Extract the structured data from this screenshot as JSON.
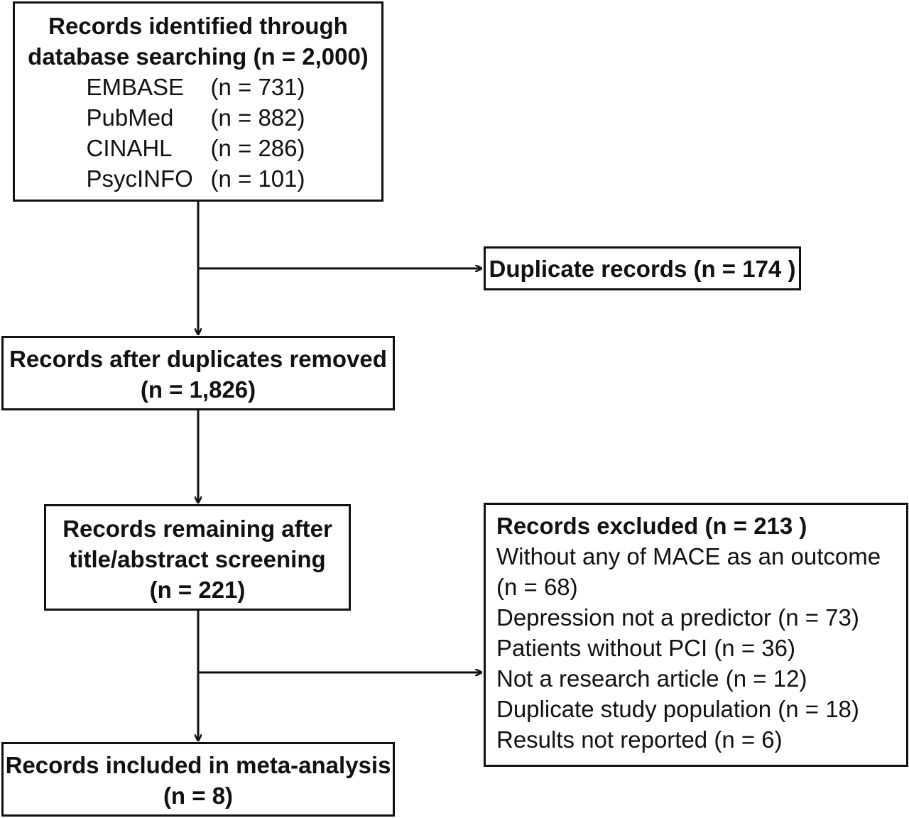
{
  "identified": {
    "title_line1": "Records identified  through",
    "title_line2": "database searching (n = 2,000)",
    "databases": [
      {
        "name": "EMBASE",
        "n": "(n = 731)"
      },
      {
        "name": "PubMed",
        "n": "(n = 882)"
      },
      {
        "name": "CINAHL",
        "n": "(n = 286)"
      },
      {
        "name": "PsycINFO",
        "n": "(n = 101)"
      }
    ]
  },
  "duplicates": {
    "label": "Duplicate records (n = 174 )"
  },
  "after_duplicates": {
    "line1": "Records after duplicates removed",
    "line2": "(n = 1,826)"
  },
  "screening": {
    "line1": "Records remaining after",
    "line2": "title/abstract screening",
    "line3": "(n = 221)"
  },
  "excluded": {
    "title": "Records excluded  (n = 213 )",
    "reasons": [
      "Without any of MACE as an outcome",
      "(n = 68)",
      "Depression not a predictor (n = 73)",
      "Patients without PCI (n = 36)",
      "Not a research article (n = 12)",
      "Duplicate study population (n = 18)",
      "Results not reported (n = 6)"
    ]
  },
  "included": {
    "line1": "Records included in meta-analysis",
    "line2": "(n = 8)"
  }
}
